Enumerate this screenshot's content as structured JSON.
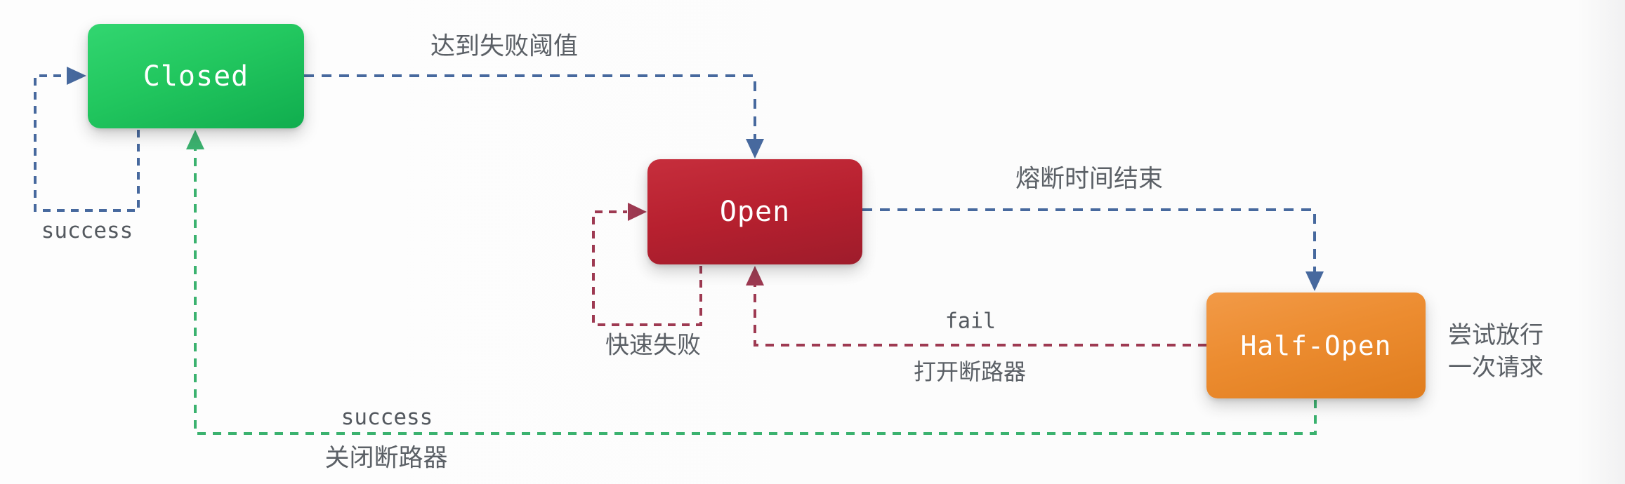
{
  "diagram": {
    "type": "state-machine",
    "nodes": [
      {
        "id": "closed",
        "label": "Closed",
        "color": "#1cc05a"
      },
      {
        "id": "open",
        "label": "Open",
        "color": "#b2202f"
      },
      {
        "id": "half_open",
        "label": "Half-Open",
        "color": "#ec8c30"
      }
    ],
    "edges": [
      {
        "from": "closed",
        "to": "closed",
        "label": "success",
        "color": "#47699e"
      },
      {
        "from": "closed",
        "to": "open",
        "label": "达到失败阈值",
        "color": "#47699e"
      },
      {
        "from": "open",
        "to": "half_open",
        "label": "熔断时间结束",
        "color": "#47699e"
      },
      {
        "from": "open",
        "to": "open",
        "label": "快速失败",
        "color": "#9e3a52"
      },
      {
        "from": "half_open",
        "to": "open",
        "label": "fail",
        "sublabel": "打开断路器",
        "color": "#9e3a52"
      },
      {
        "from": "half_open",
        "to": "closed",
        "label": "success",
        "sublabel": "关闭断路器",
        "color": "#3bb26f"
      }
    ],
    "annotations": [
      {
        "target": "half_open",
        "lines": [
          "尝试放行",
          "一次请求"
        ]
      }
    ],
    "colors": {
      "edge_blue": "#47699e",
      "edge_red": "#9e3a52",
      "edge_green": "#3bb26f",
      "label_text": "#5b6066",
      "closed_gradient_top": "#32d670",
      "closed_gradient_bottom": "#10ad4e",
      "open_gradient_top": "#c62e3c",
      "open_gradient_bottom": "#9e1c2b",
      "half_open_gradient_top": "#f29a47",
      "half_open_gradient_bottom": "#e07d1e",
      "background": "#fdfdfd"
    }
  }
}
